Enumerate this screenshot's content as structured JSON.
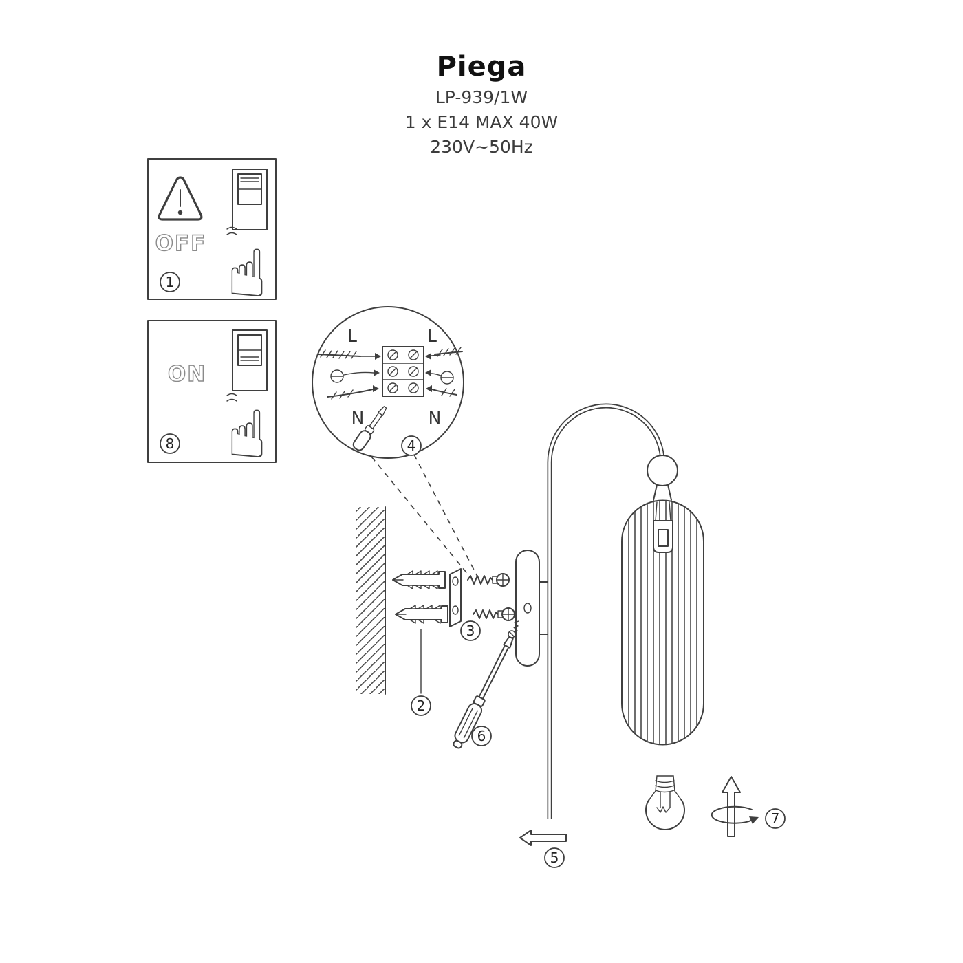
{
  "header": {
    "title": "Piega",
    "model": "LP-939/1W",
    "lamp_spec": "1 x E14 MAX 40W",
    "power_spec": "230V~50Hz"
  },
  "panels": {
    "off_label": "OFF",
    "on_label": "ON"
  },
  "wiring": {
    "live_left": "L",
    "live_right": "L",
    "neutral_left": "N",
    "neutral_right": "N"
  },
  "steps": {
    "s1": "1",
    "s2": "2",
    "s3": "3",
    "s4": "4",
    "s5": "5",
    "s6": "6",
    "s7": "7",
    "s8": "8"
  },
  "icons": {
    "pointing_hand": "☝"
  }
}
